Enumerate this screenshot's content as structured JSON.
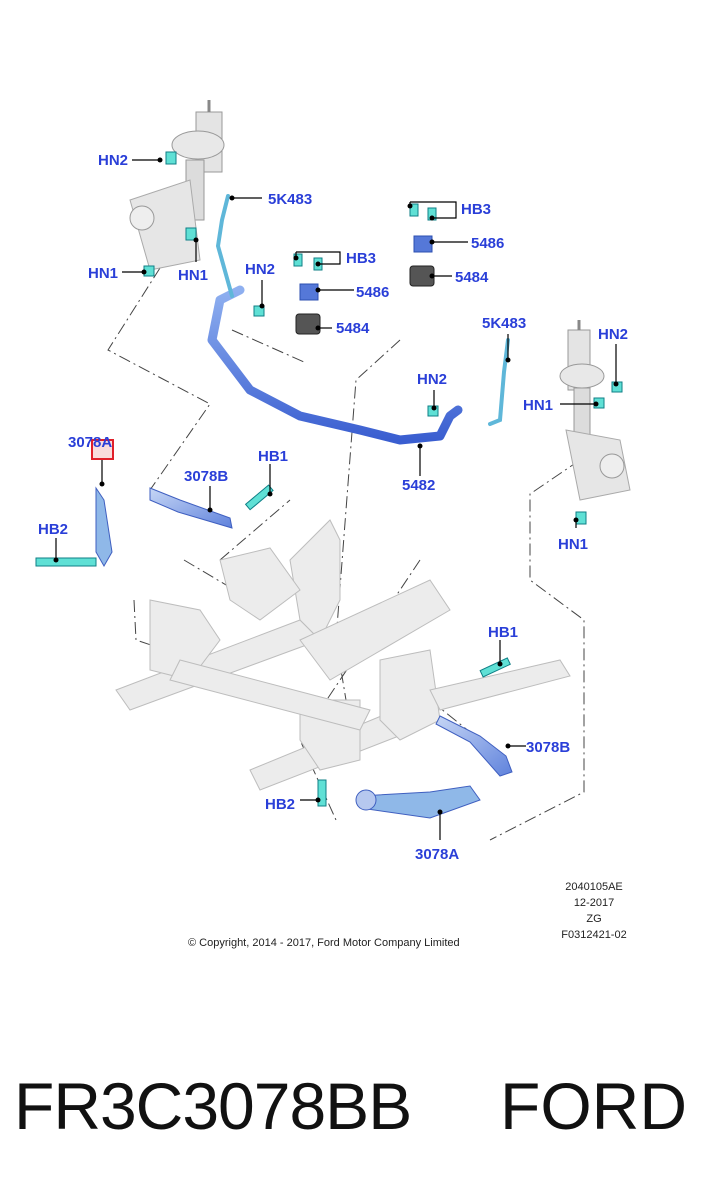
{
  "diagram": {
    "callouts": {
      "hn2_left": "HN2",
      "k5483_left": "5K483",
      "hn1_left_a": "HN1",
      "hn1_left_b": "HN1",
      "hn2_mid": "HN2",
      "hb3_mid": "HB3",
      "p5486_mid": "5486",
      "p5484_mid": "5484",
      "hb3_right": "HB3",
      "p5486_right": "5486",
      "p5484_right": "5484",
      "k5483_right": "5K483",
      "hn2_right": "HN2",
      "hn2_center": "HN2",
      "hn1_right_a": "HN1",
      "hn1_right_b": "HN1",
      "p5482": "5482",
      "p3078a_left": "3078A",
      "p3078b_left": "3078B",
      "hb1_left": "HB1",
      "hb2_left": "HB2",
      "hb1_right": "HB1",
      "p3078b_right": "3078B",
      "hb2_bottom": "HB2",
      "p3078a_bottom": "3078A"
    },
    "info_block": {
      "line1": "2040105AE",
      "line2": "12-2017",
      "line3": "ZG",
      "line4": "F0312421-02"
    },
    "copyright": "© Copyright, 2014 - 2017, Ford Motor Company Limited",
    "colors": {
      "callout_text": "#2a3fd8",
      "highlight_box": "#e0202a",
      "fastener": "#3fd6c8",
      "stabilizer_bar": "#4a6fd8"
    }
  },
  "footer": {
    "part_number": "FR3C3078BB",
    "brand": "FORD"
  }
}
